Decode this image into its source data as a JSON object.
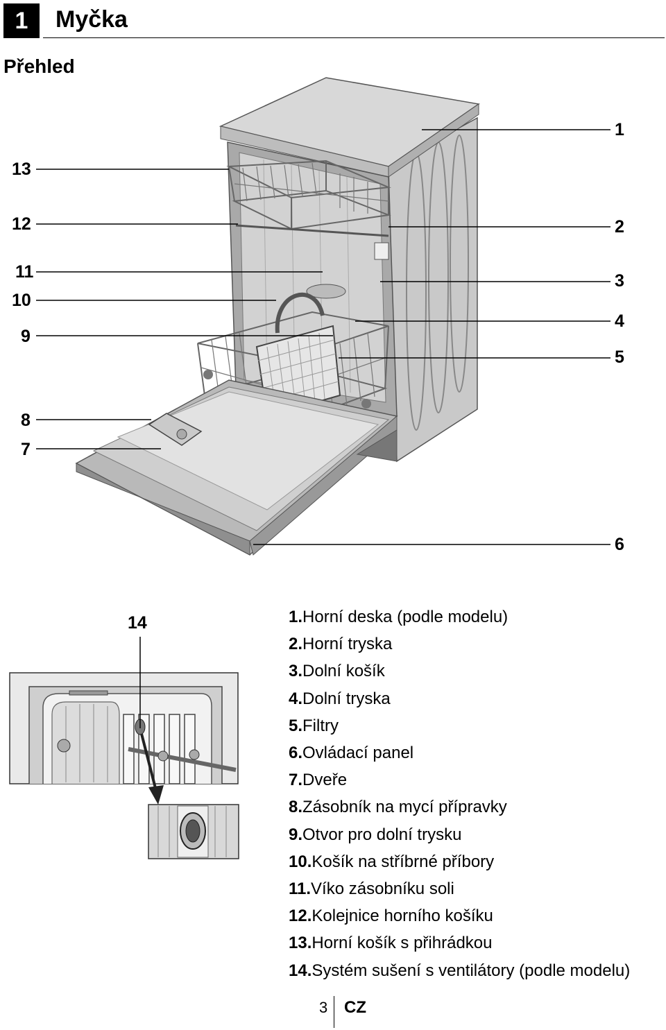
{
  "section": {
    "number": "1",
    "title": "Myčka"
  },
  "subtitle": "Přehled",
  "callouts": {
    "c1": "1",
    "c2": "2",
    "c3": "3",
    "c4": "4",
    "c5": "5",
    "c6": "6",
    "c7": "7",
    "c8": "8",
    "c9": "9",
    "c10": "10",
    "c11": "11",
    "c12": "12",
    "c13": "13",
    "c14": "14"
  },
  "legend": [
    {
      "num": "1.",
      "text": "Horní deska (podle modelu)"
    },
    {
      "num": "2.",
      "text": "Horní tryska"
    },
    {
      "num": "3.",
      "text": "Dolní košík"
    },
    {
      "num": "4.",
      "text": "Dolní tryska"
    },
    {
      "num": "5.",
      "text": "Filtry"
    },
    {
      "num": "6.",
      "text": "Ovládací panel"
    },
    {
      "num": "7.",
      "text": "Dveře"
    },
    {
      "num": "8.",
      "text": "Zásobník na mycí přípravky"
    },
    {
      "num": "9.",
      "text": "Otvor pro dolní trysku"
    },
    {
      "num": "10.",
      "text": "Košík na stříbrné příbory"
    },
    {
      "num": "11.",
      "text": "Víko zásobníku soli"
    },
    {
      "num": "12.",
      "text": "Kolejnice horního košíku"
    },
    {
      "num": "13.",
      "text": "Horní košík s přihrádkou"
    },
    {
      "num": "14.",
      "text": "Systém sušení s ventilátory (podle modelu)"
    }
  ],
  "footer": {
    "page": "3",
    "lang": "CZ"
  }
}
